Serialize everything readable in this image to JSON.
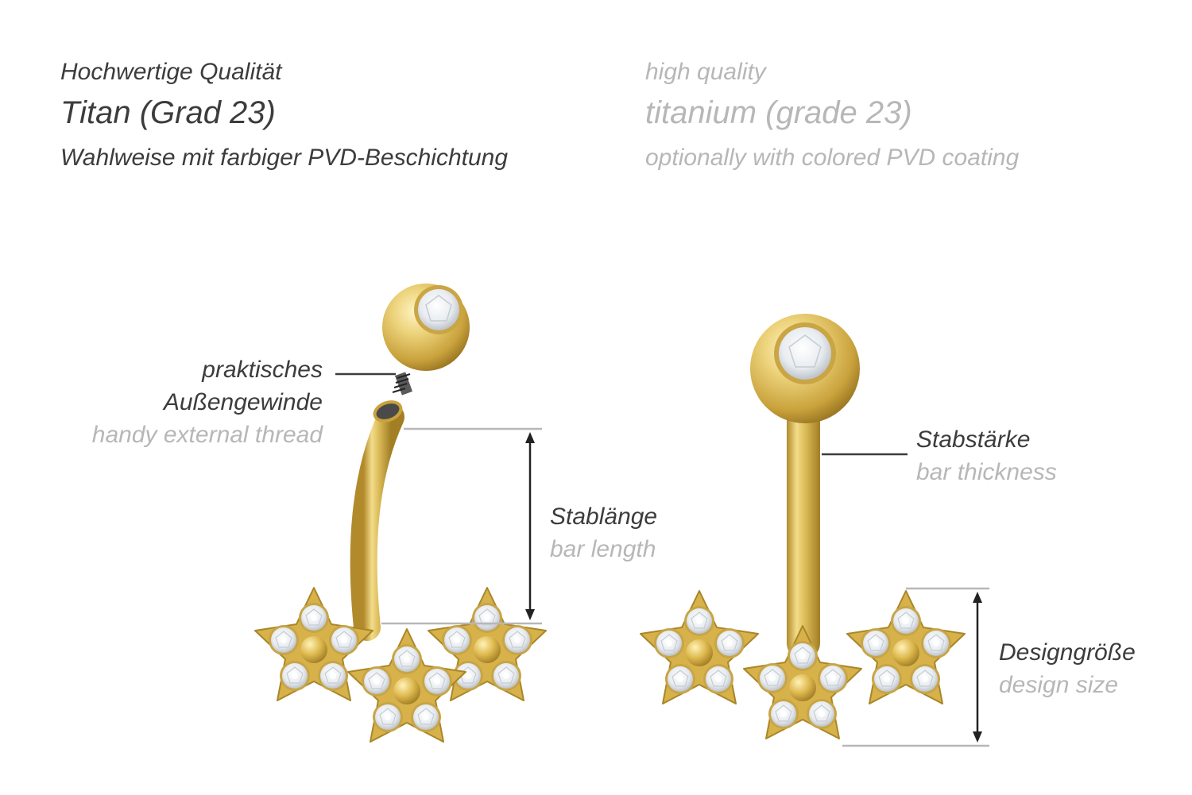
{
  "header": {
    "de": {
      "quality": "Hochwertige Qualität",
      "material": "Titan (Grad 23)",
      "coating": "Wahlweise mit farbiger PVD-Beschichtung"
    },
    "en": {
      "quality": "high quality",
      "material": "titanium (grade 23)",
      "coating": "optionally with colored PVD coating"
    }
  },
  "annotations": {
    "thread": {
      "de_line1": "praktisches",
      "de_line2": "Außengewinde",
      "en": "handy external thread"
    },
    "bar_length": {
      "de": "Stablänge",
      "en": "bar length"
    },
    "bar_thickness": {
      "de": "Stabstärke",
      "en": "bar thickness"
    },
    "design_size": {
      "de": "Designgröße",
      "en": "design size"
    }
  },
  "colors": {
    "gold": "#d8b54a",
    "gold_light": "#f6e08e",
    "gold_dark": "#a9852a",
    "crystal": "#eef1f4",
    "text_dark": "#3c3c3c",
    "text_light": "#b7b7b7"
  }
}
